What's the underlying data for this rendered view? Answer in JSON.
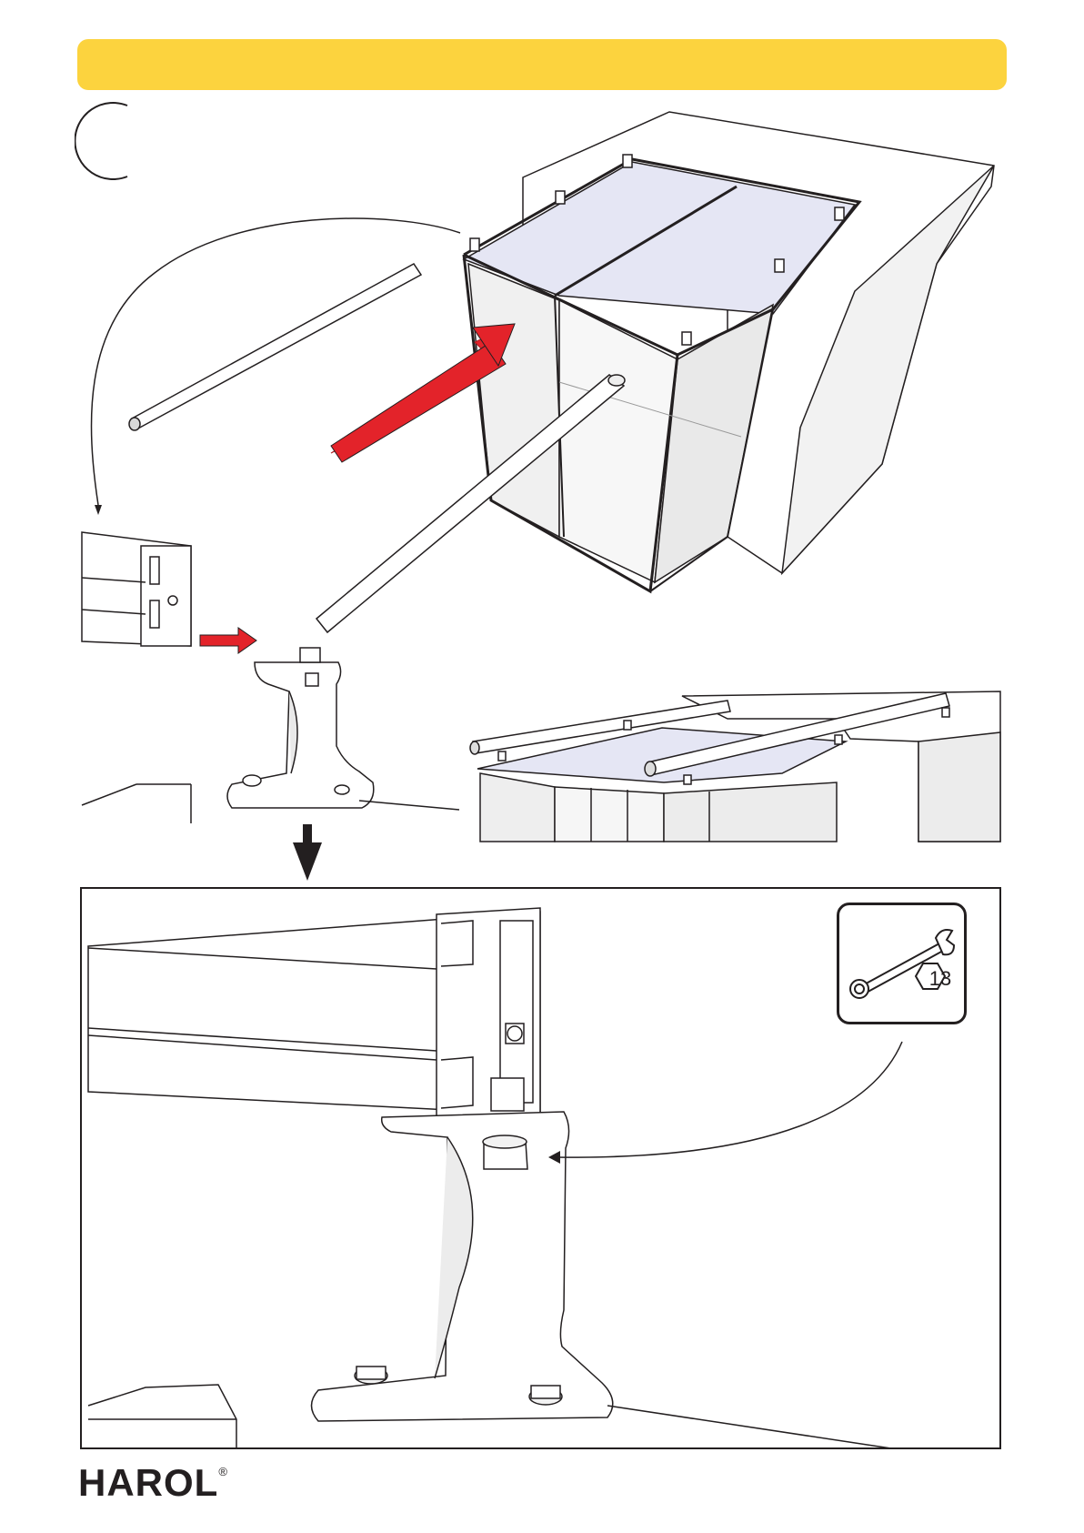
{
  "page": {
    "step_label": "C",
    "accent_color": "#fcd33e",
    "arrow_color": "#e3232a",
    "outline_color": "#231f20"
  },
  "tool": {
    "icon": "combination-wrench-icon",
    "size_label": "13"
  },
  "brand": {
    "name": "HAROL",
    "registered_mark": "®"
  }
}
